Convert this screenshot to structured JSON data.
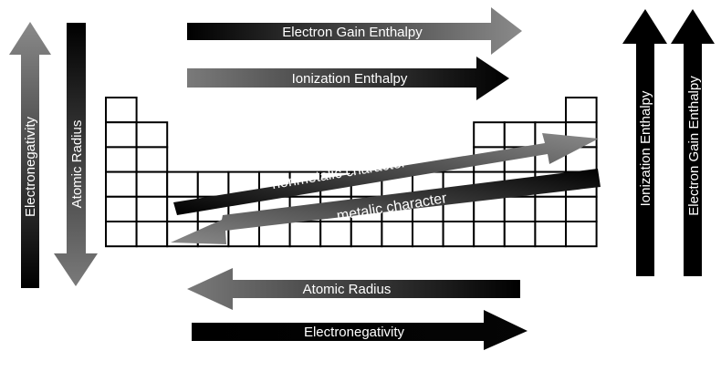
{
  "diagram": {
    "top_arrows": {
      "electron_gain": "Electron Gain Enthalpy",
      "ionization": "Ionization Enthalpy"
    },
    "bottom_arrows": {
      "atomic_radius": "Atomic Radius",
      "electronegativity": "Electronegativity"
    },
    "left_arrows": {
      "electronegativity": "Electronegativity",
      "atomic_radius": "Atomic Radius"
    },
    "right_arrows": {
      "ionization": "Ionization Enthalpy",
      "electron_gain": "Electron Gain Enthalpy"
    },
    "diagonal_arrows": {
      "nonmetallic": "nonmetalic character",
      "metallic": "metalic character"
    },
    "colors": {
      "dark": "#000000",
      "mid": "#555555",
      "light": "#8a8a8a",
      "grid_line": "#000000",
      "background": "#ffffff"
    }
  }
}
